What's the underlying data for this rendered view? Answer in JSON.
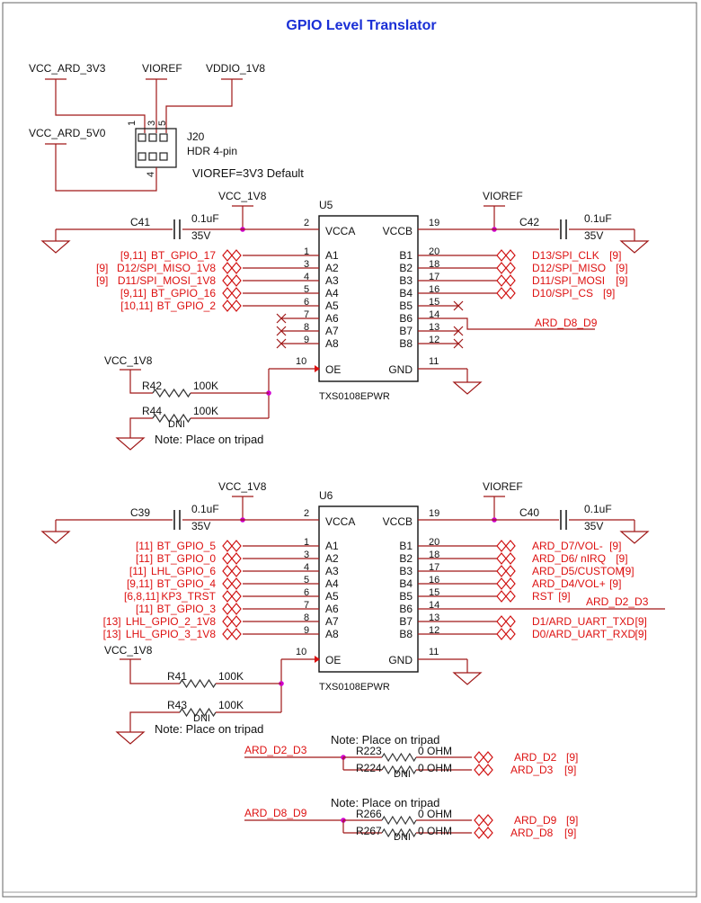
{
  "title": "GPIO Level Translator",
  "colors": {
    "wire": "#a01818",
    "net": "#dd1111",
    "label": "#111111",
    "title": "#1a2fd6",
    "part": "#1a1aa0",
    "junction": "#d000d0"
  },
  "power_top": {
    "vcc_ard_3v3": "VCC_ARD_3V3",
    "vioref": "VIOREF",
    "vddio_1v8": "VDDIO_1V8",
    "vcc_ard_5v0": "VCC_ARD_5V0",
    "header_ref": "J20",
    "header_desc": "HDR 4-pin",
    "header_pins": [
      "1",
      "3",
      "5",
      "4"
    ],
    "note": "VIOREF=3V3 Default"
  },
  "u5": {
    "ref": "U5",
    "part": "TXS0108EPWR",
    "vcc_left": "VCC_1V8",
    "vcc_right": "VIOREF",
    "cap_left": {
      "ref": "C41",
      "value": "0.1uF",
      "voltage": "35V"
    },
    "cap_right": {
      "ref": "C42",
      "value": "0.1uF",
      "voltage": "35V"
    },
    "pin_vcca": "VCCA",
    "pin_vccb": "VCCB",
    "pin_oe": "OE",
    "pin_gnd": "GND",
    "num_vcca": "2",
    "num_vccb": "19",
    "num_oe": "10",
    "num_gnd": "11",
    "a_pins": [
      {
        "name": "A1",
        "num": "1",
        "net": "BT_GPIO_17",
        "ref": "[9,11]"
      },
      {
        "name": "A2",
        "num": "3",
        "net": "D12/SPI_MISO_1V8",
        "ref": "[9]"
      },
      {
        "name": "A3",
        "num": "4",
        "net": "D11/SPI_MOSI_1V8",
        "ref": "[9]"
      },
      {
        "name": "A4",
        "num": "5",
        "net": "BT_GPIO_16",
        "ref": "[9,11]"
      },
      {
        "name": "A5",
        "num": "6",
        "net": "BT_GPIO_2",
        "ref": "[10,11]"
      },
      {
        "name": "A6",
        "num": "7",
        "net": "",
        "ref": ""
      },
      {
        "name": "A7",
        "num": "8",
        "net": "",
        "ref": ""
      },
      {
        "name": "A8",
        "num": "9",
        "net": "",
        "ref": ""
      }
    ],
    "b_pins": [
      {
        "name": "B1",
        "num": "20",
        "net": "D13/SPI_CLK",
        "ref": "[9]"
      },
      {
        "name": "B2",
        "num": "18",
        "net": "D12/SPI_MISO",
        "ref": "[9]"
      },
      {
        "name": "B3",
        "num": "17",
        "net": "D11/SPI_MOSI",
        "ref": "[9]"
      },
      {
        "name": "B4",
        "num": "16",
        "net": "D10/SPI_CS",
        "ref": "[9]"
      },
      {
        "name": "B5",
        "num": "15",
        "net": "",
        "ref": ""
      },
      {
        "name": "B6",
        "num": "14",
        "net": "ARD_D8_D9",
        "ref": ""
      },
      {
        "name": "B7",
        "num": "13",
        "net": "",
        "ref": ""
      },
      {
        "name": "B8",
        "num": "12",
        "net": "",
        "ref": ""
      }
    ],
    "oe_vcc": "VCC_1V8",
    "r_pullup": {
      "ref": "R42",
      "value": "100K"
    },
    "r_pulldown": {
      "ref": "R44",
      "value": "100K",
      "note": "DNI"
    },
    "tripad_note": "Note: Place on tripad"
  },
  "u6": {
    "ref": "U6",
    "part": "TXS0108EPWR",
    "vcc_left": "VCC_1V8",
    "vcc_right": "VIOREF",
    "cap_left": {
      "ref": "C39",
      "value": "0.1uF",
      "voltage": "35V"
    },
    "cap_right": {
      "ref": "C40",
      "value": "0.1uF",
      "voltage": "35V"
    },
    "pin_vcca": "VCCA",
    "pin_vccb": "VCCB",
    "pin_oe": "OE",
    "pin_gnd": "GND",
    "num_vcca": "2",
    "num_vccb": "19",
    "num_oe": "10",
    "num_gnd": "11",
    "a_pins": [
      {
        "name": "A1",
        "num": "1",
        "net": "BT_GPIO_5",
        "ref": "[11]"
      },
      {
        "name": "A2",
        "num": "3",
        "net": "BT_GPIO_0",
        "ref": "[11]"
      },
      {
        "name": "A3",
        "num": "4",
        "net": "LHL_GPIO_6",
        "ref": "[11]"
      },
      {
        "name": "A4",
        "num": "5",
        "net": "BT_GPIO_4",
        "ref": "[9,11]"
      },
      {
        "name": "A5",
        "num": "6",
        "net": "KP3_TRST",
        "ref": "[6,8,11]"
      },
      {
        "name": "A6",
        "num": "7",
        "net": "BT_GPIO_3",
        "ref": "[11]"
      },
      {
        "name": "A7",
        "num": "8",
        "net": "LHL_GPIO_2_1V8",
        "ref": "[13]"
      },
      {
        "name": "A8",
        "num": "9",
        "net": "LHL_GPIO_3_1V8",
        "ref": "[13]"
      }
    ],
    "b_pins": [
      {
        "name": "B1",
        "num": "20",
        "net": "ARD_D7/VOL-",
        "ref": "[9]"
      },
      {
        "name": "B2",
        "num": "18",
        "net": "ARD_D6/ nIRQ",
        "ref": "[9]"
      },
      {
        "name": "B3",
        "num": "17",
        "net": "ARD_D5/CUSTOM",
        "ref": "[9]"
      },
      {
        "name": "B4",
        "num": "16",
        "net": "ARD_D4/VOL+",
        "ref": "[9]"
      },
      {
        "name": "B5",
        "num": "15",
        "net": "RST",
        "ref": "[9]"
      },
      {
        "name": "B6",
        "num": "14",
        "net": "ARD_D2_D3",
        "ref": ""
      },
      {
        "name": "B7",
        "num": "13",
        "net": "D1/ARD_UART_TXD",
        "ref": "[9]"
      },
      {
        "name": "B8",
        "num": "12",
        "net": "D0/ARD_UART_RXD",
        "ref": "[9]"
      }
    ],
    "oe_vcc": "VCC_1V8",
    "r_pullup": {
      "ref": "R41",
      "value": "100K"
    },
    "r_pulldown": {
      "ref": "R43",
      "value": "100K",
      "note": "DNI"
    },
    "tripad_note": "Note: Place on tripad"
  },
  "split1": {
    "note": "Note: Place on tripad",
    "in_net": "ARD_D2_D3",
    "r_a": {
      "ref": "R223",
      "value": "0 OHM"
    },
    "r_b": {
      "ref": "R224",
      "value": "0 OHM",
      "note": "DNI"
    },
    "out_a": {
      "net": "ARD_D2",
      "ref": "[9]"
    },
    "out_b": {
      "net": "ARD_D3",
      "ref": "[9]"
    }
  },
  "split2": {
    "note": "Note: Place on tripad",
    "in_net": "ARD_D8_D9",
    "r_a": {
      "ref": "R266",
      "value": "0 OHM"
    },
    "r_b": {
      "ref": "R267",
      "value": "0 OHM",
      "note": "DNI"
    },
    "out_a": {
      "net": "ARD_D9",
      "ref": "[9]"
    },
    "out_b": {
      "net": "ARD_D8",
      "ref": "[9]"
    }
  }
}
